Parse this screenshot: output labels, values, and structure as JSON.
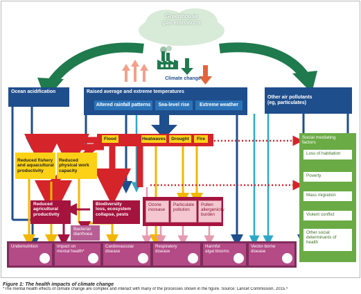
{
  "top": {
    "emissions": "Greenhouse\ngas emissions",
    "climate_change": "Climate change"
  },
  "left_box": "Ocean acidification",
  "right_box": "Other air pollutants\n(eg, particulates)",
  "temps_box": "Raised average and extreme temperatures",
  "blue_sub": [
    "Altered rainfall patterns",
    "Sea-level rise",
    "Extreme weather"
  ],
  "hazards": [
    "Flood",
    "Heatwaves",
    "Drought",
    "Fire"
  ],
  "yellow": [
    "Reduced fishery\nand aquacultural\nproductivity",
    "Reduced\nphysical work\ncapacity"
  ],
  "maroon": [
    "Reduced\nagricultural\nproductivity",
    "Biodiversity\nloss, ecosystem\ncollapse, pests"
  ],
  "pink": [
    "Ozone\nincrease",
    "Particulate\npollution",
    "Pollen\nallergenicity\nburden"
  ],
  "bacterial": "Bacterial\ndiarrhoea",
  "outcomes": [
    "Undernutrition",
    "Impact on\nmental health*",
    "Cardiovascular\ndisease",
    "Respiratory\ndisease",
    "Harmful\nalgal blooms",
    "Vector-borne\ndisease"
  ],
  "social": {
    "title": "Social mediating\nfactors",
    "items": [
      "Loss of habitation",
      "Poverty",
      "Mass migration",
      "Violent conflict",
      "Other social\ndeterminants of\nhealth"
    ]
  },
  "caption": {
    "title": "Figure 1: The health impacts of climate change",
    "note": "*The mental health effects of climate change are complex and interact with many of the processes shown in the figure.  Source: Lancet Commission, 2015.⁵"
  },
  "colors": {
    "navy": "#1f4e8c",
    "blue": "#2b73b8",
    "red": "#d5242a",
    "yellow": "#fcd116",
    "maroon": "#a5133f",
    "green": "#6aab45",
    "arrow_green": "#1f7a4d"
  }
}
